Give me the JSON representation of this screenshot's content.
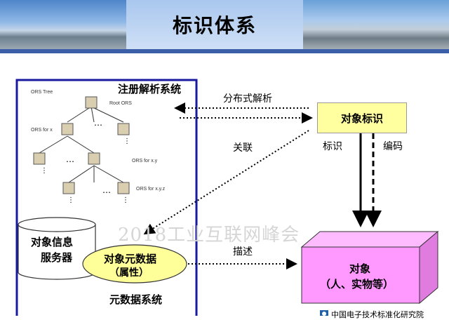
{
  "header": {
    "title": "标识体系"
  },
  "diagram": {
    "registry_label": "注册解析系统",
    "ors_tree": "ORS Tree",
    "root_ors": "Root ORS",
    "ors_x": "ORS for x",
    "ors_xy": "ORS for x.y",
    "ors_xyz": "ORS for x.y.z",
    "dots": "…",
    "vdots": "⋮",
    "distributed_resolution": "分布式解析",
    "association": "关联",
    "identifier_box": "对象标识",
    "identify": "标识",
    "encode": "编码",
    "info_server_line1": "对象信息",
    "info_server_line2": "服务器",
    "metadata_line1": "对象元数据",
    "metadata_line2": "（属性）",
    "describe": "描述",
    "object_line1": "对象",
    "object_line2": "（人、实物等）",
    "metadata_system": "元数据系统",
    "watermark": "2018工业互联网峰会",
    "footer_org": "中国电子技术标准化研究院"
  },
  "colors": {
    "header_bg": "#b8d1f1",
    "band": "#3a5fa8",
    "frame_border": "#1a1aa0",
    "identifier_fill": "#ffffa0",
    "metadata_fill": "#ffff99",
    "object_fill": "#ff99ff",
    "server_fill": "#ffffff"
  }
}
